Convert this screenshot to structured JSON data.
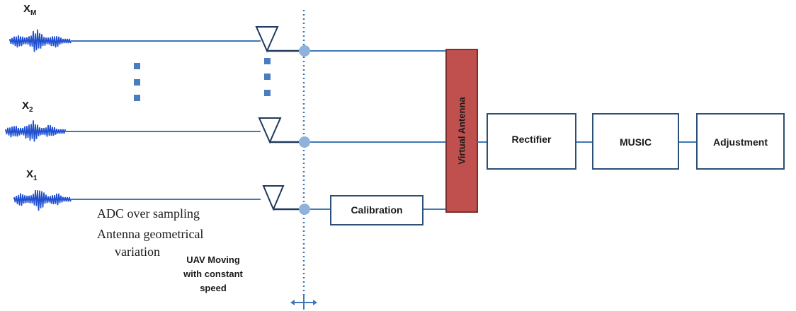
{
  "signals": {
    "xm": {
      "main": "X",
      "sub": "M"
    },
    "x2": {
      "main": "X",
      "sub": "2"
    },
    "x1": {
      "main": "X",
      "sub": "1"
    }
  },
  "labels": {
    "adc": "ADC over sampling",
    "antenna_line1": "Antenna geometrical",
    "antenna_line2": "variation",
    "uav": "UAV Moving with constant speed"
  },
  "blocks": {
    "virtual_antenna": "Virtual Antenna",
    "calibration": "Calibration",
    "rectifier": "Rectifier",
    "music": "MUSIC",
    "adjustment": "Adjustment"
  },
  "colors": {
    "line": "#3f78b8",
    "box_border": "#2c4f78",
    "virtual_antenna_fill": "#c0504d",
    "waveform": "#1f4fd0",
    "dot": "#8fb2dd"
  }
}
